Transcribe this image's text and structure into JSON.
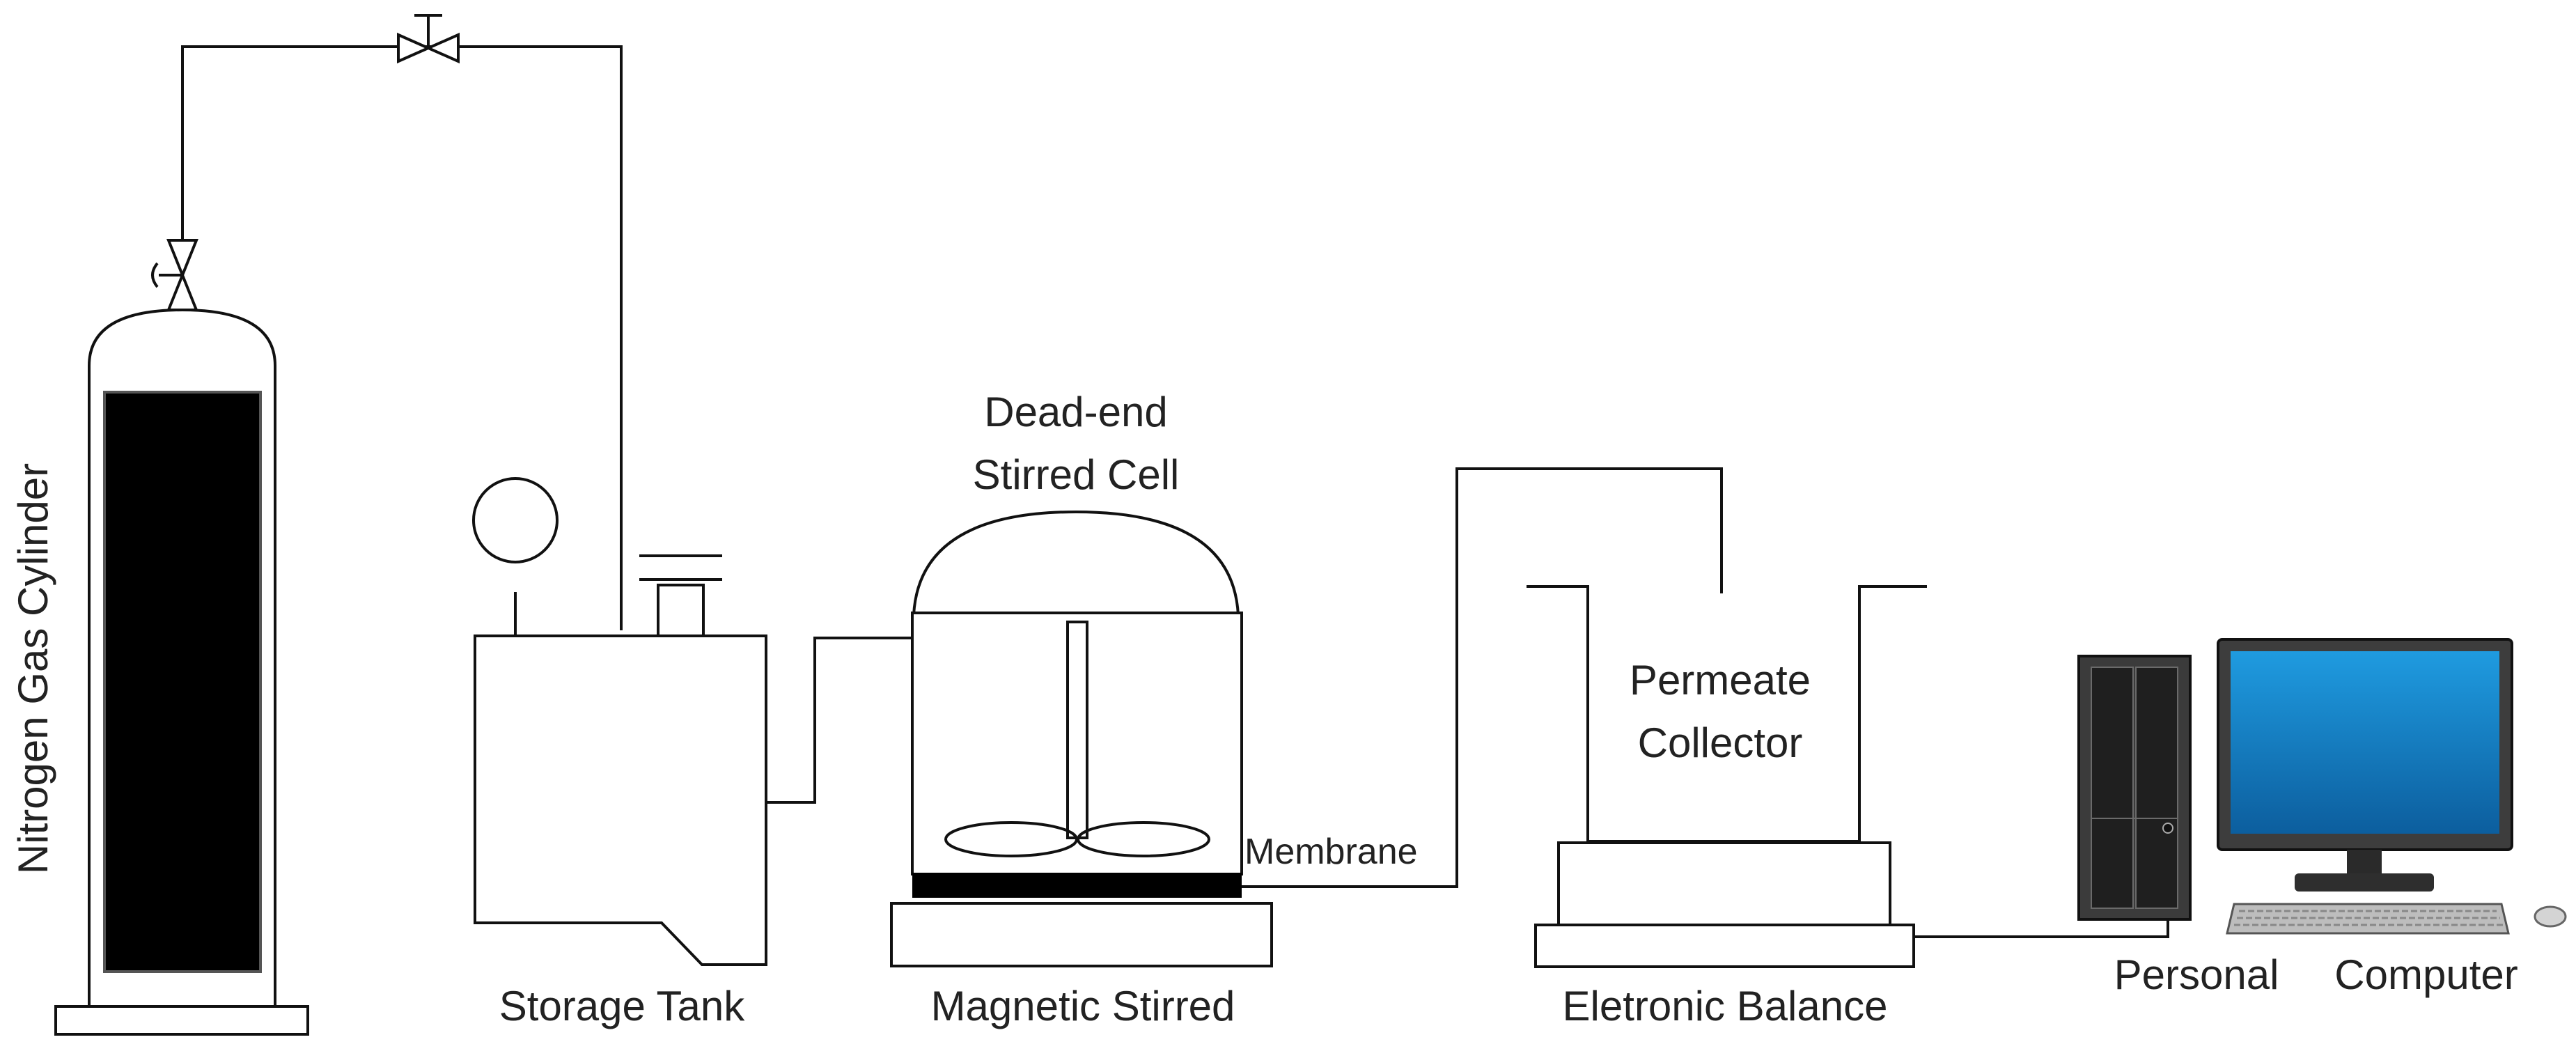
{
  "labels": {
    "cylinder": "Nitrogen Gas Cylinder",
    "storage_tank": "Storage Tank",
    "cell_line1": "Dead-end",
    "cell_line2": "Stirred Cell",
    "membrane": "Membrane",
    "magnetic_stirred": "Magnetic Stirred",
    "permeate_line1": "Permeate",
    "permeate_line2": "Collector",
    "balance": "Eletronic Balance",
    "pc_personal": "Personal",
    "pc_computer": "Computer"
  },
  "icons": {
    "valve": "valve-icon",
    "gauge": "pressure-gauge-icon",
    "pc_tower": "pc-tower-icon",
    "monitor": "monitor-icon",
    "keyboard": "keyboard-icon",
    "mouse": "mouse-icon"
  },
  "colors": {
    "line": "#111111",
    "fill_dark": "#000000",
    "screen_blue": "#1e8fd6",
    "monitor_frame": "#3d3d3d",
    "text": "#222222"
  }
}
